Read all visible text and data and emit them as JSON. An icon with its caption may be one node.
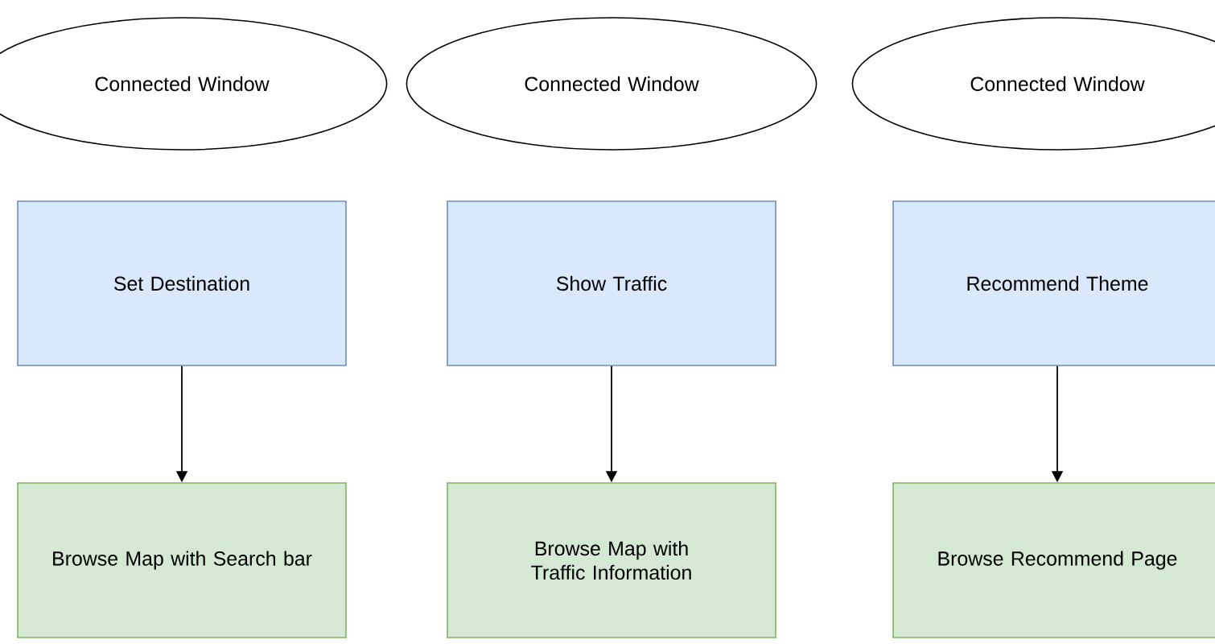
{
  "diagram": {
    "nodes": [
      {
        "text": [
          "Connected Window"
        ]
      },
      {
        "text": [
          "Connected Window"
        ]
      },
      {
        "text": [
          "Connected Window"
        ]
      },
      {
        "text": [
          "Set Destination"
        ]
      },
      {
        "text": [
          "Show Traffic"
        ]
      },
      {
        "text": [
          "Recommend Theme"
        ]
      },
      {
        "text": [
          "Browse Map with Search bar"
        ]
      },
      {
        "text": [
          "Browse Map with Traffic Information"
        ]
      },
      {
        "text": [
          "Browse Recommend Page"
        ]
      }
    ],
    "edges": [
      {
        "from": 3,
        "to": 6,
        "arrow": "to"
      },
      {
        "from": 4,
        "to": 7,
        "arrow": "to"
      },
      {
        "from": 5,
        "to": 8,
        "arrow": "to"
      }
    ]
  }
}
